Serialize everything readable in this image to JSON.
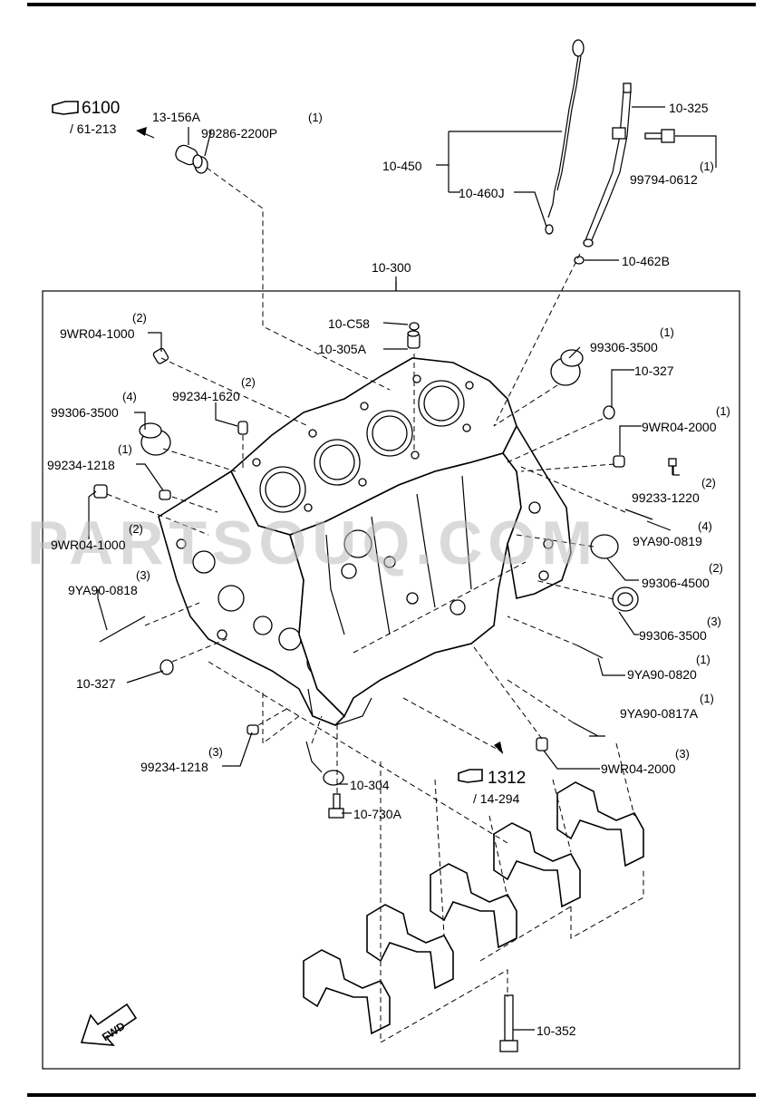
{
  "watermark": "PARTSOUQ.COM",
  "references": {
    "ref1": {
      "code": "6100",
      "sub": "/ 61-213"
    },
    "ref2": {
      "code": "1312",
      "sub": "/ 14-294"
    }
  },
  "fwd_label": "FWD",
  "callouts": [
    {
      "id": "13-156A",
      "part": "13-156A",
      "qty": ""
    },
    {
      "id": "99286-2200P",
      "part": "99286-2200P",
      "qty": "(1)"
    },
    {
      "id": "10-450",
      "part": "10-450",
      "qty": ""
    },
    {
      "id": "10-460J",
      "part": "10-460J",
      "qty": ""
    },
    {
      "id": "10-325",
      "part": "10-325",
      "qty": ""
    },
    {
      "id": "99794-0612",
      "part": "99794-0612",
      "qty": "(1)"
    },
    {
      "id": "10-462B",
      "part": "10-462B",
      "qty": ""
    },
    {
      "id": "10-300",
      "part": "10-300",
      "qty": ""
    },
    {
      "id": "10-C58",
      "part": "10-C58",
      "qty": ""
    },
    {
      "id": "10-305A",
      "part": "10-305A",
      "qty": ""
    },
    {
      "id": "9WR04-1000-top",
      "part": "9WR04-1000",
      "qty": "(2)"
    },
    {
      "id": "99306-3500-top",
      "part": "99306-3500",
      "qty": "(1)"
    },
    {
      "id": "10-327-top",
      "part": "10-327",
      "qty": ""
    },
    {
      "id": "99234-1620",
      "part": "99234-1620",
      "qty": "(2)"
    },
    {
      "id": "99306-3500-left",
      "part": "99306-3500",
      "qty": "(4)"
    },
    {
      "id": "9WR04-2000-top",
      "part": "9WR04-2000",
      "qty": "(1)"
    },
    {
      "id": "99234-1218-top",
      "part": "99234-1218",
      "qty": "(1)"
    },
    {
      "id": "99233-1220",
      "part": "99233-1220",
      "qty": "(2)"
    },
    {
      "id": "9WR04-1000-left",
      "part": "9WR04-1000",
      "qty": "(2)"
    },
    {
      "id": "9YA90-0819",
      "part": "9YA90-0819",
      "qty": "(4)"
    },
    {
      "id": "9YA90-0818",
      "part": "9YA90-0818",
      "qty": "(3)"
    },
    {
      "id": "99306-4500",
      "part": "99306-4500",
      "qty": "(2)"
    },
    {
      "id": "99306-3500-right",
      "part": "99306-3500",
      "qty": "(3)"
    },
    {
      "id": "10-327-left",
      "part": "10-327",
      "qty": ""
    },
    {
      "id": "9YA90-0820",
      "part": "9YA90-0820",
      "qty": "(1)"
    },
    {
      "id": "9YA90-0817A",
      "part": "9YA90-0817A",
      "qty": "(1)"
    },
    {
      "id": "99234-1218-bot",
      "part": "99234-1218",
      "qty": "(3)"
    },
    {
      "id": "9WR04-2000-bot",
      "part": "9WR04-2000",
      "qty": "(3)"
    },
    {
      "id": "10-304",
      "part": "10-304",
      "qty": ""
    },
    {
      "id": "10-730A",
      "part": "10-730A",
      "qty": ""
    },
    {
      "id": "10-352",
      "part": "10-352",
      "qty": ""
    }
  ]
}
